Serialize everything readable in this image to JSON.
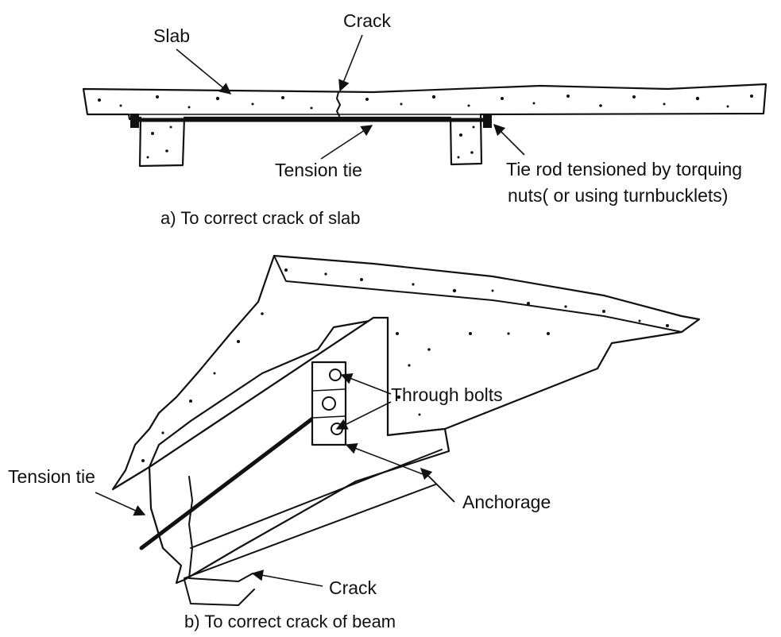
{
  "diagram_a": {
    "labels": {
      "slab": "Slab",
      "crack": "Crack",
      "tension_tie": "Tension tie",
      "tie_rod_line1": "Tie rod tensioned by torquing",
      "tie_rod_line2": "nuts( or using turnbucklets)"
    },
    "caption": "a) To correct crack of slab"
  },
  "diagram_b": {
    "labels": {
      "through_bolts": "Through bolts",
      "tension_tie": "Tension tie",
      "anchorage": "Anchorage",
      "crack": "Crack"
    },
    "caption": "b) To correct crack of beam"
  },
  "colors": {
    "ink": "#111111",
    "background": "#ffffff"
  }
}
